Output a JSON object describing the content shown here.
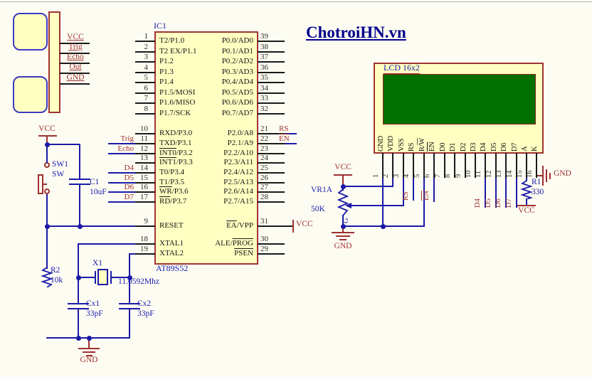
{
  "title": "ChotroiHN.vn",
  "sensor": {
    "pins": [
      "VCC",
      "Trig",
      "Echo",
      "Out",
      "GND"
    ]
  },
  "ic": {
    "ref": "IC1",
    "part": "AT89S52",
    "left_pins": [
      {
        "num": "1",
        "label": "T2/P1.0"
      },
      {
        "num": "2",
        "label": "T2 EX/P1.1"
      },
      {
        "num": "3",
        "label": "P1.2"
      },
      {
        "num": "4",
        "label": "P1.3"
      },
      {
        "num": "5",
        "label": "P1.4"
      },
      {
        "num": "6",
        "label": "P1.5/MOSI"
      },
      {
        "num": "7",
        "label": "P1.6/MISO"
      },
      {
        "num": "8",
        "label": "P1.7/SCK"
      },
      {
        "num": "10",
        "label": "RXD/P3.0"
      },
      {
        "num": "11",
        "label": "TXD/P3.1",
        "net": "Trig"
      },
      {
        "num": "12",
        "label": "INT0/P3.2",
        "ov": "INT0",
        "net": "Echo"
      },
      {
        "num": "13",
        "label": "INT1/P3.3",
        "ov": "INT1"
      },
      {
        "num": "14",
        "label": "T0/P3.4",
        "net": "D4"
      },
      {
        "num": "15",
        "label": "T1/P3.5",
        "net": "D5"
      },
      {
        "num": "16",
        "label": "WR/P3.6",
        "ov": "WR",
        "net": "D6"
      },
      {
        "num": "17",
        "label": "RD/P3.7",
        "ov": "RD",
        "net": "D7"
      },
      {
        "num": "9",
        "label": "RESET"
      },
      {
        "num": "18",
        "label": "XTAL1"
      },
      {
        "num": "19",
        "label": "XTAL2"
      }
    ],
    "right_pins": [
      {
        "num": "39",
        "label": "P0.0/AD0"
      },
      {
        "num": "38",
        "label": "P0.1/AD1"
      },
      {
        "num": "37",
        "label": "P0.2/AD2"
      },
      {
        "num": "36",
        "label": "P0.3/AD3"
      },
      {
        "num": "35",
        "label": "P0.4/AD4"
      },
      {
        "num": "34",
        "label": "P0.5/AD5"
      },
      {
        "num": "33",
        "label": "P0.6/AD6"
      },
      {
        "num": "32",
        "label": "P0.7/AD7"
      },
      {
        "num": "21",
        "label": "P2.0/A8",
        "net": "RS"
      },
      {
        "num": "22",
        "label": "P2.1/A9",
        "net": "EN",
        "net_ov": true
      },
      {
        "num": "23",
        "label": "P2.2/A10"
      },
      {
        "num": "24",
        "label": "P2.3/A11"
      },
      {
        "num": "25",
        "label": "P2.4/A12"
      },
      {
        "num": "26",
        "label": "P2.5/A13"
      },
      {
        "num": "27",
        "label": "P2.6/A14"
      },
      {
        "num": "28",
        "label": "P2.7/A15"
      },
      {
        "num": "31",
        "label": "EA/VPP",
        "ov": "EA"
      },
      {
        "num": "30",
        "label": "ALE/PROG",
        "ov": "PROG"
      },
      {
        "num": "29",
        "label": "PSEN",
        "ov": "PSEN"
      }
    ]
  },
  "reset": {
    "vcc": "VCC",
    "sw_ref": "SW1",
    "sw_val": "SW",
    "cap_ref": "C1",
    "cap_val": "10uF",
    "res_ref": "R2",
    "res_val": "10k"
  },
  "clock": {
    "ref": "X1",
    "val": "11.0592Mhz",
    "cap1_ref": "Cx1",
    "cap1_val": "33pF",
    "cap2_ref": "Cx2",
    "cap2_val": "33pF",
    "gnd": "GND"
  },
  "power": {
    "vcc_pin31": "VCC"
  },
  "lcd": {
    "title": "LCD 16x2",
    "pins": [
      {
        "num": "1",
        "label": "GND"
      },
      {
        "num": "2",
        "label": "VDD"
      },
      {
        "num": "3",
        "label": "VSS"
      },
      {
        "num": "4",
        "label": "RS"
      },
      {
        "num": "5",
        "label": "R/W",
        "ov": "W"
      },
      {
        "num": "6",
        "label": "EN",
        "ov": "EN"
      },
      {
        "num": "7",
        "label": "D0"
      },
      {
        "num": "8",
        "label": "D1"
      },
      {
        "num": "9",
        "label": "D2"
      },
      {
        "num": "10",
        "label": "D3"
      },
      {
        "num": "11",
        "label": "D4"
      },
      {
        "num": "12",
        "label": "D5"
      },
      {
        "num": "13",
        "label": "D6"
      },
      {
        "num": "14",
        "label": "D7"
      },
      {
        "num": "15",
        "label": "A"
      },
      {
        "num": "16",
        "label": "K"
      }
    ],
    "nets": [
      {
        "pin": 4,
        "label": "RS"
      },
      {
        "pin": 6,
        "label": "EN",
        "ov": true
      },
      {
        "pin": 11,
        "label": "D4"
      },
      {
        "pin": 12,
        "label": "D5"
      },
      {
        "pin": 13,
        "label": "D6"
      },
      {
        "pin": 14,
        "label": "D7"
      }
    ]
  },
  "contrast": {
    "vcc": "VCC",
    "ref": "VR1A",
    "val": "50K",
    "g": "G",
    "gnd": "GND"
  },
  "backlight": {
    "ref": "R1",
    "val": "330",
    "vcc": "VCC",
    "gnd": "GND"
  },
  "colors": {
    "wire_blue": "#1A1AA8",
    "label_red": "#9E2F2F",
    "label_blue": "#1A1AAE",
    "component_fill": "#FFFFC2",
    "component_border": "#A03333",
    "lcd_screen": "#007000",
    "title_navy": "#00008B"
  }
}
